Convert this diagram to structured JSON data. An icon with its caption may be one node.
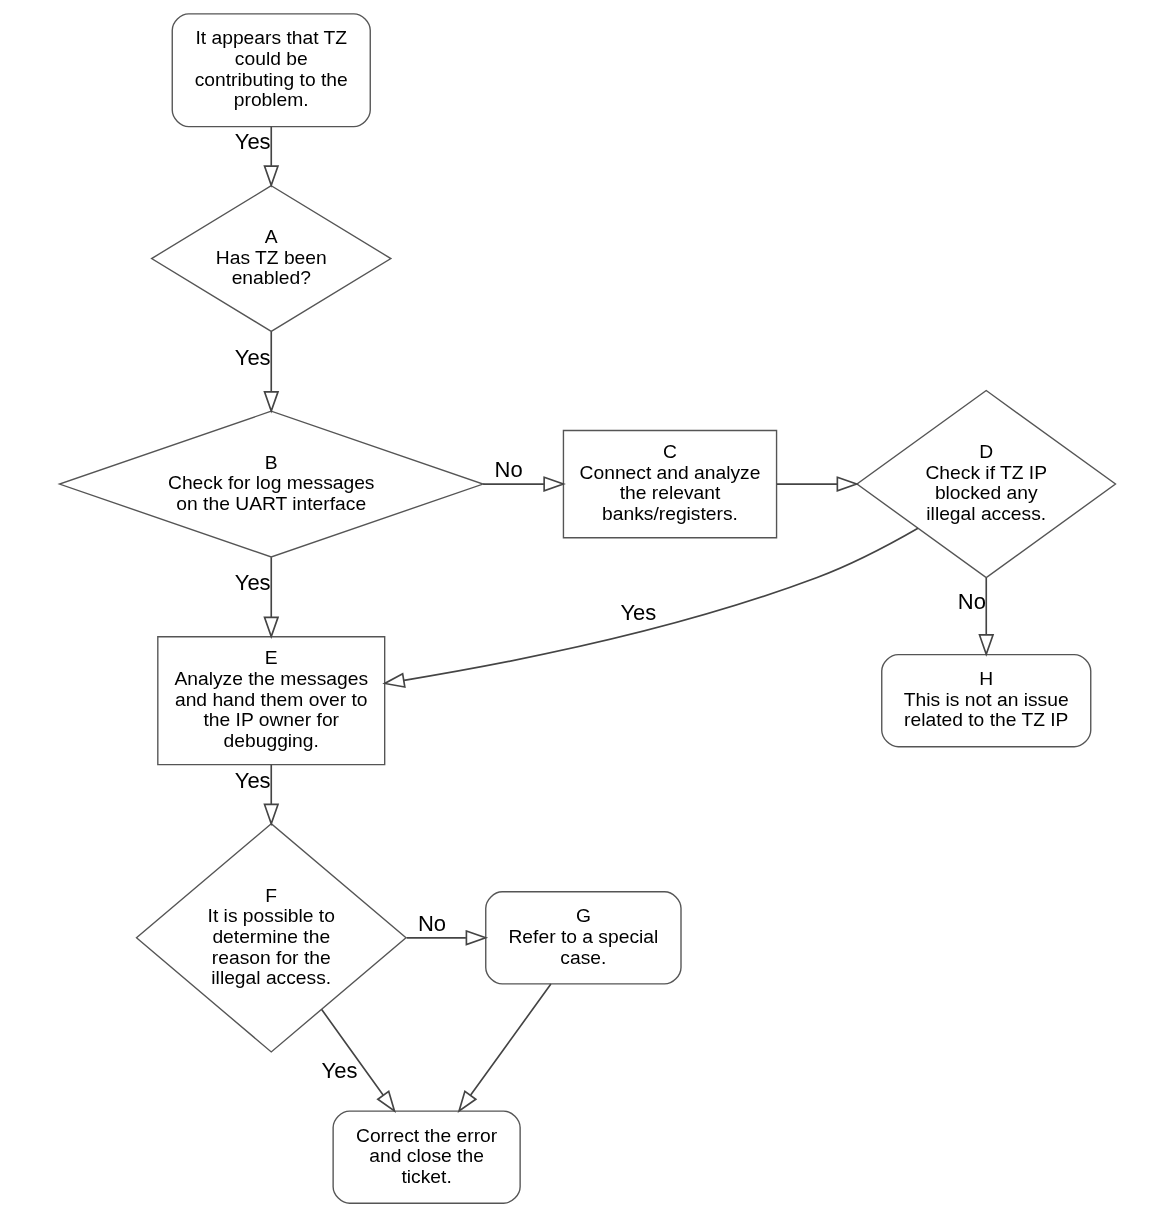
{
  "diagram": {
    "nodes": [
      {
        "text": [
          "It appears that TZ could be contributing to the problem."
        ]
      },
      {
        "text": [
          "A",
          "Has TZ been enabled?"
        ]
      },
      {
        "text": [
          "B",
          "Check for log messages on the UART interface"
        ]
      },
      {
        "text": [
          "C",
          "Connect and analyze the relevant banks/registers."
        ]
      },
      {
        "text": [
          "D",
          "Check if TZ IP blocked any illegal access."
        ]
      },
      {
        "text": [
          "H",
          "This is not an issue related to the TZ IP"
        ]
      },
      {
        "text": [
          "E",
          "Analyze the messages and hand them over to the IP owner for debugging."
        ]
      },
      {
        "text": [
          "F",
          "It is possible to determine the reason for the illegal access."
        ]
      },
      {
        "text": [
          "G",
          "Refer to a special case."
        ]
      },
      {
        "text": [
          "Correct the error and close the ticket."
        ]
      }
    ],
    "edges": [
      {
        "from": 0,
        "to": 1,
        "arrow": "to",
        "label": "Yes"
      },
      {
        "from": 1,
        "to": 2,
        "arrow": "to",
        "label": "Yes"
      },
      {
        "from": 2,
        "to": 3,
        "arrow": "to",
        "label": "No"
      },
      {
        "from": 3,
        "to": 4,
        "arrow": "to"
      },
      {
        "from": 4,
        "to": 5,
        "arrow": "to",
        "label": "No"
      },
      {
        "from": 2,
        "to": 6,
        "arrow": "to",
        "label": "Yes"
      },
      {
        "from": 4,
        "to": 6,
        "arrow": "to",
        "label": "Yes"
      },
      {
        "from": 6,
        "to": 7,
        "arrow": "to",
        "label": "Yes"
      },
      {
        "from": 7,
        "to": 8,
        "arrow": "to",
        "label": "No"
      },
      {
        "from": 7,
        "to": 9,
        "arrow": "to",
        "label": "Yes"
      },
      {
        "from": 8,
        "to": 9,
        "arrow": "to"
      }
    ]
  }
}
